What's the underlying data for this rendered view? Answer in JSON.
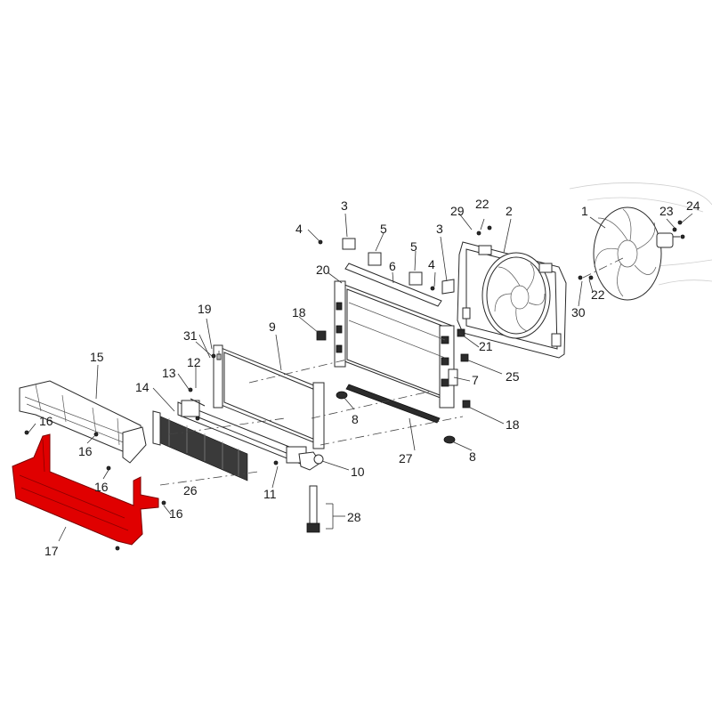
{
  "diagram": {
    "highlight_color": "#e00000",
    "callouts": {
      "c1": "1",
      "c2": "2",
      "c3a": "3",
      "c3b": "3",
      "c4a": "4",
      "c4b": "4",
      "c5a": "5",
      "c5b": "5",
      "c6": "6",
      "c7": "7",
      "c8a": "8",
      "c8b": "8",
      "c9": "9",
      "c10": "10",
      "c11": "11",
      "c12": "12",
      "c13": "13",
      "c14": "14",
      "c15": "15",
      "c16a": "16",
      "c16b": "16",
      "c16c": "16",
      "c16d": "16",
      "c17": "17",
      "c18a": "18",
      "c18b": "18",
      "c19": "19",
      "c20": "20",
      "c21": "21",
      "c22a": "22",
      "c22b": "22",
      "c23": "23",
      "c24": "24",
      "c25": "25",
      "c26": "26",
      "c27": "27",
      "c28": "28",
      "c29": "29",
      "c30": "30",
      "c31": "31"
    }
  }
}
